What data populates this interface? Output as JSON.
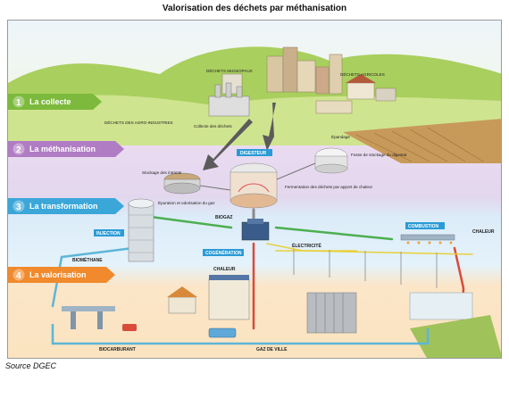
{
  "title": "Valorisation des déchets par méthanisation",
  "source": "Source DGEC",
  "stages": [
    {
      "num": "1",
      "label": "La collecte",
      "color": "#7cb93c"
    },
    {
      "num": "2",
      "label": "La méthanisation",
      "color": "#b07cc4"
    },
    {
      "num": "3",
      "label": "La transformation",
      "color": "#3ba7d9"
    },
    {
      "num": "4",
      "label": "La valorisation",
      "color": "#f08a2c"
    }
  ],
  "labels": {
    "dechets_municipaux": "DÉCHETS MUNICIPAUX",
    "dechets_agricoles": "DÉCHETS AGRICOLES",
    "dechets_agro": "DÉCHETS DES AGRO-INDUSTRIES",
    "collecte_dechets": "Collecte des déchets",
    "stockage_intrants": "Stockage des intrants",
    "epandage": "Épandage",
    "fosse_stockage": "Fosse de stockage du digestat",
    "fermentation": "Fermentation des déchets par apport de chaleur",
    "epuration": "Épuration et odorisation du gaz",
    "biogaz": "BIOGAZ",
    "biomethane": "BIOMÉTHANE",
    "electricite": "ÉLECTRICITÉ",
    "chaleur_right": "CHALEUR",
    "chaleur_mid": "CHALEUR",
    "biocarburant": "BIOCARBURANT",
    "gaz_de_ville": "GAZ DE VILLE"
  },
  "tags": {
    "digesteur": "DIGESTEUR",
    "injection": "INJECTION",
    "cogeneration": "COGÉNÉRATION",
    "combustion": "COMBUSTION"
  },
  "colors": {
    "gas_pipe": "#5db6d6",
    "green_pipe": "#4caf50",
    "heat_pipe": "#d94a3a",
    "electric_line": "#e8d13a",
    "tag_blue": "#2a9bd6"
  }
}
